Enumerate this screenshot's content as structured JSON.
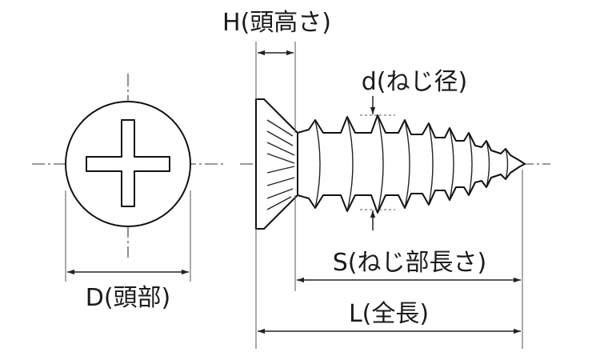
{
  "labels": {
    "head_height": "H(頭高さ)",
    "thread_diameter": "d(ねじ径)",
    "thread_length": "S(ねじ部長さ)",
    "head_diameter": "D(頭部)",
    "total_length": "L(全長)"
  },
  "colors": {
    "line": "#111111",
    "background": "#ffffff"
  }
}
